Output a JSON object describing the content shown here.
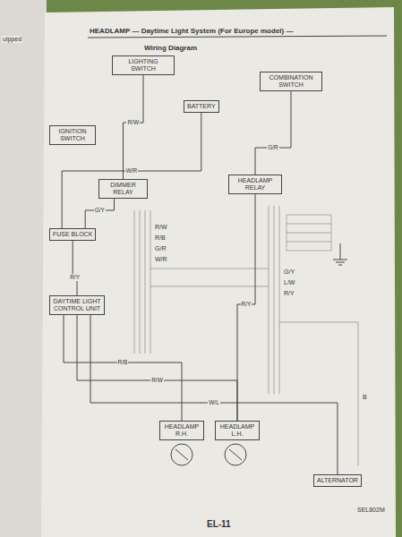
{
  "diagram": {
    "title": "HEADLAMP — Daytime Light System (For Europe model) —",
    "nodes": [
      {
        "text": [
          "FUSE BLOCK"
        ]
      },
      {
        "text": [
          "DAYTIME LIGHT CONTROL UNIT"
        ]
      },
      {
        "text": [
          "LIGHTING SWITCH"
        ]
      },
      {
        "text": [
          "COMBINATION SWITCH"
        ]
      },
      {
        "text": [
          "HEADLAMP R.H."
        ]
      },
      {
        "text": [
          "HEADLAMP L.H."
        ]
      },
      {
        "text": [
          "ALTERNATOR"
        ]
      },
      {
        "text": [
          "BATTERY"
        ]
      },
      {
        "text": [
          "IGNITION SWITCH"
        ]
      },
      {
        "text": [
          "DIMMER RELAY"
        ]
      },
      {
        "text": [
          "HEADLAMP RELAY"
        ]
      }
    ],
    "edges": [
      {
        "from": 7,
        "to": 0,
        "arrow": "none",
        "label": "W/R"
      },
      {
        "from": 0,
        "to": 1,
        "arrow": "none",
        "label": "R/Y"
      },
      {
        "from": 2,
        "to": 9,
        "arrow": "none",
        "label": "R/W"
      },
      {
        "from": 1,
        "to": 4,
        "arrow": "none",
        "label": "R/B"
      },
      {
        "from": 1,
        "to": 5,
        "arrow": "none",
        "label": "R/W"
      },
      {
        "from": 3,
        "to": 10,
        "arrow": "none",
        "label": "G/R"
      },
      {
        "from": 10,
        "to": 5,
        "arrow": "none",
        "label": "R/Y"
      },
      {
        "from": 6,
        "to": 1,
        "arrow": "none",
        "label": "W/L"
      },
      {
        "from": 0,
        "to": 9,
        "arrow": "none",
        "label": "G/Y"
      }
    ],
    "labels": [
      "Wiring Diagram",
      "uipped",
      "R/W",
      "R/B",
      "G/R",
      "G/Y",
      "L/W",
      "R/Y",
      "B",
      "W/R",
      "SEL802M",
      "EL-11"
    ]
  }
}
